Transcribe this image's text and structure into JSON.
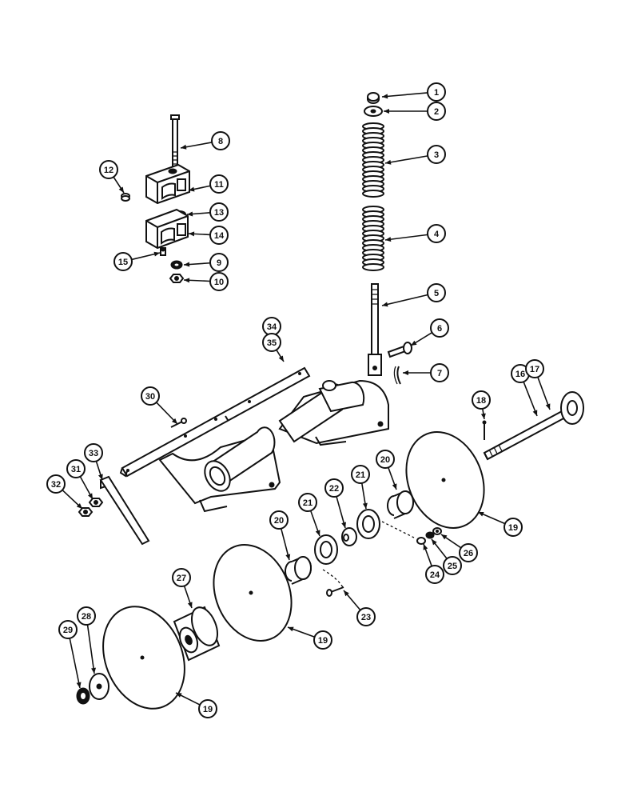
{
  "diagram": {
    "type": "exploded-parts-view",
    "callouts": [
      {
        "id": "c1",
        "label": "1"
      },
      {
        "id": "c2",
        "label": "2"
      },
      {
        "id": "c3",
        "label": "3"
      },
      {
        "id": "c4",
        "label": "4"
      },
      {
        "id": "c5",
        "label": "5"
      },
      {
        "id": "c6",
        "label": "6"
      },
      {
        "id": "c7",
        "label": "7"
      },
      {
        "id": "c8",
        "label": "8"
      },
      {
        "id": "c9",
        "label": "9"
      },
      {
        "id": "c10",
        "label": "10"
      },
      {
        "id": "c11",
        "label": "11"
      },
      {
        "id": "c12",
        "label": "12"
      },
      {
        "id": "c13",
        "label": "13"
      },
      {
        "id": "c14",
        "label": "14"
      },
      {
        "id": "c15",
        "label": "15"
      },
      {
        "id": "c16",
        "label": "16"
      },
      {
        "id": "c17",
        "label": "17"
      },
      {
        "id": "c18",
        "label": "18"
      },
      {
        "id": "c19a",
        "label": "19"
      },
      {
        "id": "c19b",
        "label": "19"
      },
      {
        "id": "c19c",
        "label": "19"
      },
      {
        "id": "c20a",
        "label": "20"
      },
      {
        "id": "c20b",
        "label": "20"
      },
      {
        "id": "c21a",
        "label": "21"
      },
      {
        "id": "c21b",
        "label": "21"
      },
      {
        "id": "c22",
        "label": "22"
      },
      {
        "id": "c23",
        "label": "23"
      },
      {
        "id": "c24",
        "label": "24"
      },
      {
        "id": "c25",
        "label": "25"
      },
      {
        "id": "c26",
        "label": "26"
      },
      {
        "id": "c27",
        "label": "27"
      },
      {
        "id": "c28",
        "label": "28"
      },
      {
        "id": "c29",
        "label": "29"
      },
      {
        "id": "c30",
        "label": "30"
      },
      {
        "id": "c31",
        "label": "31"
      },
      {
        "id": "c32",
        "label": "32"
      },
      {
        "id": "c33",
        "label": "33"
      },
      {
        "id": "c34",
        "label": "34"
      },
      {
        "id": "c35",
        "label": "35"
      }
    ]
  }
}
